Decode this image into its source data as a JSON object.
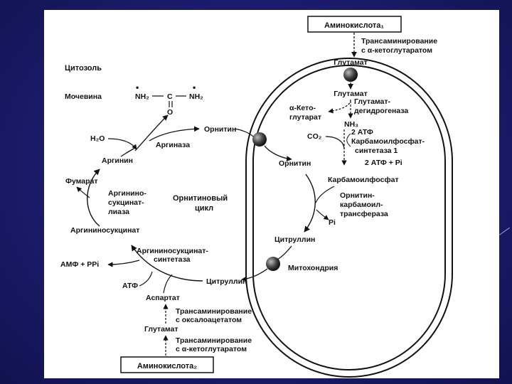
{
  "colors": {
    "slide_bg": "#1c1c6e",
    "panel_bg": "#ffffff",
    "ink": "#111111"
  },
  "labels": {
    "aminoacid1": "Аминокислота₁",
    "trans1_l1": "Трансаминирование",
    "trans1_l2": "с α-кетоглутаратом",
    "glutamate_top": "Глутамат",
    "cytosol": "Цитозоль",
    "urea": "Мочевина",
    "urea_nh2_left": "NH₂",
    "urea_c": "C",
    "urea_nh2_right": "NH₂",
    "urea_o": "O",
    "glutamate2": "Глутамат",
    "akg_l1": "α-Кето-",
    "akg_l2": "глутарат",
    "gdh_l1": "Глутамат-",
    "gdh_l2": "дегидрогеназа",
    "nh3": "NH₃",
    "ornithine_cyt": "Орнитин",
    "h2o": "H₂O",
    "arginase": "Аргиназа",
    "co2": "CO₂",
    "atp2": "2 АТФ",
    "cps_l1": "Карбамоилфосфат-",
    "cps_l2": "синтетаза 1",
    "adp_pi": "2 АТФ + Pi",
    "arginine": "Аргинин",
    "ornithine_mito": "Орнитин",
    "carbamoyl_phosphate": "Карбамоилфосфат",
    "fumarate": "Фумарат",
    "asl_l1": "Аргинино-",
    "asl_l2": "сукцинат-",
    "asl_l3": "лиаза",
    "cycle_l1": "Орнитиновый",
    "cycle_l2": "цикл",
    "otc_l1": "Орнитин-",
    "otc_l2": "карбамоил-",
    "otc_l3": "трансфераза",
    "pi": "Pi",
    "argininosuccinate": "Аргининосукцинат",
    "citrulline_mito": "Цитруллин",
    "ass_l1": "Аргининосукцинат-",
    "ass_l2": "синтетаза",
    "amp_ppi": "АМФ + PPi",
    "mitochondria": "Митохондрия",
    "atp": "АТФ",
    "citrulline_cyt": "Цитруллин",
    "aspartate": "Аспартат",
    "trans2_l1": "Трансаминирование",
    "trans2_l2": "с оксалоацетатом",
    "glutamate_bottom": "Глутамат",
    "trans3_l1": "Трансаминирование",
    "trans3_l2": "с α-кетоглутаратом",
    "aminoacid2": "Аминокислота₂"
  }
}
